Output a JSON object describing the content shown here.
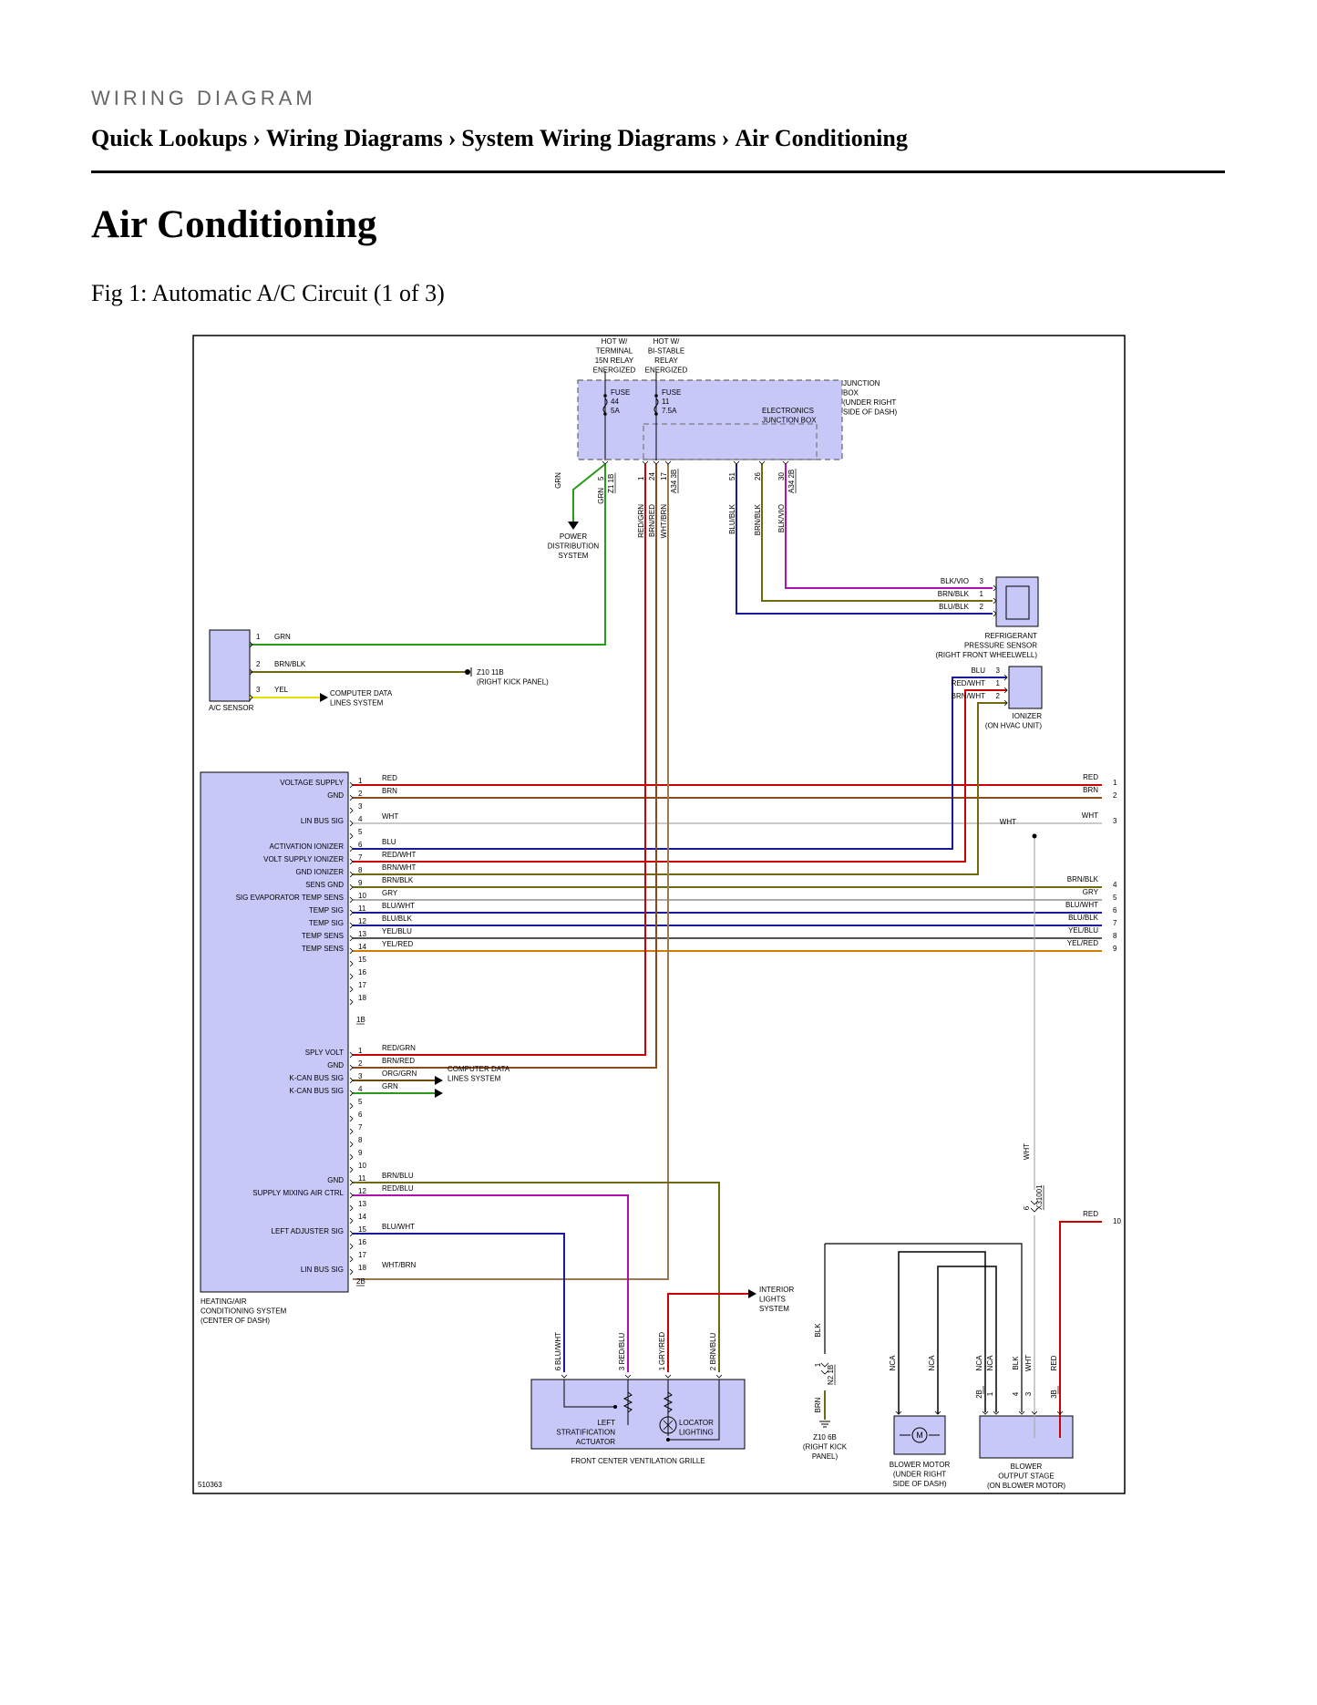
{
  "header": {
    "kicker": "WIRING DIAGRAM",
    "breadcrumb": [
      "Quick Lookups",
      "Wiring Diagrams",
      "System Wiring Diagrams",
      "Air Conditioning"
    ],
    "separator": "›"
  },
  "page_title": "Air Conditioning",
  "figure_caption": "Fig 1: Automatic A/C Circuit (1 of 3)",
  "diagram": {
    "id": "510363",
    "hot1": [
      "HOT W/",
      "TERMINAL",
      "15N RELAY",
      "ENERGIZED"
    ],
    "hot2": [
      "HOT W/",
      "BI-STABLE",
      "RELAY",
      "ENERGIZED"
    ],
    "fuse1": [
      "FUSE",
      "44",
      "5A"
    ],
    "fuse2": [
      "FUSE",
      "11",
      "7.5A"
    ],
    "ejb": [
      "ELECTRONICS",
      "JUNCTION BOX"
    ],
    "jbox": [
      "JUNCTION",
      "BOX",
      "(UNDER RIGHT",
      "SIDE OF DASH)"
    ],
    "jb_pins": [
      {
        "pin": "5",
        "conn": "Z1 1B",
        "color": "GRN"
      },
      {
        "pin": "1",
        "conn": "",
        "color": "RED/GRN"
      },
      {
        "pin": "24",
        "conn": "",
        "color": "BRN/RED"
      },
      {
        "pin": "17",
        "conn": "A34 3B",
        "color": "WHT/BRN"
      },
      {
        "pin": "51",
        "conn": "",
        "color": "BLU/BLK"
      },
      {
        "pin": "26",
        "conn": "",
        "color": "BRN/BLK"
      },
      {
        "pin": "30",
        "conn": "A34 2B",
        "color": "BLK/VIO"
      }
    ],
    "grn_left": "GRN",
    "pds": [
      "POWER",
      "DISTRIBUTION",
      "SYSTEM"
    ],
    "refrig": {
      "wires": [
        {
          "pin": "3",
          "color": "BLK/VIO"
        },
        {
          "pin": "1",
          "color": "BRN/BLK"
        },
        {
          "pin": "2",
          "color": "BLU/BLK"
        }
      ],
      "label": [
        "REFRIGERANT",
        "PRESSURE SENSOR",
        "(RIGHT FRONT WHEELWELL)"
      ]
    },
    "ac_sensor": {
      "wires": [
        {
          "pin": "1",
          "color": "GRN"
        },
        {
          "pin": "2",
          "color": "BRN/BLK"
        },
        {
          "pin": "3",
          "color": "YEL"
        }
      ],
      "label": "A/C SENSOR",
      "z10": [
        "Z10 11B",
        "(RIGHT KICK PANEL)"
      ],
      "cdls": [
        "COMPUTER DATA",
        "LINES SYSTEM"
      ]
    },
    "ionizer": {
      "wires": [
        {
          "pin": "3",
          "color": "BLU"
        },
        {
          "pin": "1",
          "color": "RED/WHT"
        },
        {
          "pin": "2",
          "color": "BRN/WHT"
        }
      ],
      "label": [
        "IONIZER",
        "(ON HVAC UNIT)"
      ]
    },
    "hvac_label": [
      "HEATING/AIR",
      "CONDITIONING SYSTEM",
      "(CENTER OF DASH)"
    ],
    "conn1": {
      "name": "1B",
      "pins": [
        {
          "pin": "1",
          "sig": "VOLTAGE SUPPLY",
          "color": "RED",
          "right": "1"
        },
        {
          "pin": "2",
          "sig": "GND",
          "color": "BRN",
          "right": "2"
        },
        {
          "pin": "3",
          "sig": "",
          "color": "",
          "right": ""
        },
        {
          "pin": "4",
          "sig": "LIN BUS SIG",
          "color": "WHT",
          "right": "3"
        },
        {
          "pin": "5",
          "sig": "",
          "color": "",
          "right": ""
        },
        {
          "pin": "6",
          "sig": "ACTIVATION IONIZER",
          "color": "BLU",
          "right": ""
        },
        {
          "pin": "7",
          "sig": "VOLT SUPPLY IONIZER",
          "color": "RED/WHT",
          "right": ""
        },
        {
          "pin": "8",
          "sig": "GND IONIZER",
          "color": "BRN/WHT",
          "right": ""
        },
        {
          "pin": "9",
          "sig": "SENS GND",
          "color": "BRN/BLK",
          "right": "4"
        },
        {
          "pin": "10",
          "sig": "SIG EVAPORATOR TEMP SENS",
          "color": "GRY",
          "right": "5"
        },
        {
          "pin": "11",
          "sig": "TEMP SIG",
          "color": "BLU/WHT",
          "right": "6"
        },
        {
          "pin": "12",
          "sig": "TEMP SIG",
          "color": "BLU/BLK",
          "right": "7"
        },
        {
          "pin": "13",
          "sig": "TEMP SENS",
          "color": "YEL/BLU",
          "right": "8"
        },
        {
          "pin": "14",
          "sig": "TEMP SENS",
          "color": "YEL/RED",
          "right": "9"
        },
        {
          "pin": "15",
          "sig": "",
          "color": "",
          "right": ""
        },
        {
          "pin": "16",
          "sig": "",
          "color": "",
          "right": ""
        },
        {
          "pin": "17",
          "sig": "",
          "color": "",
          "right": ""
        },
        {
          "pin": "18",
          "sig": "",
          "color": "",
          "right": ""
        }
      ]
    },
    "wht_mid": "WHT",
    "conn2": {
      "name": "2B",
      "pins": [
        {
          "pin": "1",
          "sig": "SPLY VOLT",
          "color": "RED/GRN"
        },
        {
          "pin": "2",
          "sig": "GND",
          "color": "BRN/RED"
        },
        {
          "pin": "3",
          "sig": "K-CAN BUS SIG",
          "color": "ORG/GRN"
        },
        {
          "pin": "4",
          "sig": "K-CAN BUS SIG",
          "color": "GRN"
        },
        {
          "pin": "5",
          "sig": "",
          "color": ""
        },
        {
          "pin": "6",
          "sig": "",
          "color": ""
        },
        {
          "pin": "7",
          "sig": "",
          "color": ""
        },
        {
          "pin": "8",
          "sig": "",
          "color": ""
        },
        {
          "pin": "9",
          "sig": "",
          "color": ""
        },
        {
          "pin": "10",
          "sig": "",
          "color": ""
        },
        {
          "pin": "11",
          "sig": "GND",
          "color": "BRN/BLU"
        },
        {
          "pin": "12",
          "sig": "SUPPLY MIXING AIR CTRL",
          "color": "RED/BLU"
        },
        {
          "pin": "13",
          "sig": "",
          "color": ""
        },
        {
          "pin": "14",
          "sig": "",
          "color": ""
        },
        {
          "pin": "15",
          "sig": "LEFT ADJUSTER SIG",
          "color": "BLU/WHT"
        },
        {
          "pin": "16",
          "sig": "",
          "color": ""
        },
        {
          "pin": "17",
          "sig": "",
          "color": ""
        },
        {
          "pin": "18",
          "sig": "LIN BUS SIG",
          "color": "WHT/BRN"
        }
      ]
    },
    "cdls2": [
      "COMPUTER DATA",
      "LINES SYSTEM"
    ],
    "wht_vert": "WHT",
    "x_conn": {
      "pin": "6",
      "name": "X31001"
    },
    "red10": {
      "color": "RED",
      "pin": "10"
    },
    "interior": [
      "INTERIOR",
      "LIGHTS",
      "SYSTEM"
    ],
    "fcvg": {
      "wires": [
        {
          "pin": "6",
          "color": "BLU/WHT"
        },
        {
          "pin": "3",
          "color": "RED/BLU"
        },
        {
          "pin": "1",
          "color": "GRY/RED"
        },
        {
          "pin": "2",
          "color": "BRN/BLU"
        }
      ],
      "actuator": [
        "LEFT",
        "STRATIFICATION",
        "ACTUATOR"
      ],
      "locator": [
        "LOCATOR",
        "LIGHTING"
      ],
      "label": "FRONT CENTER VENTILATION GRILLE"
    },
    "ground": {
      "top_color": "BLK",
      "pin": "1",
      "conn": "N2 1B",
      "bottom_color": "BRN",
      "label": [
        "Z10 6B",
        "(RIGHT KICK",
        "PANEL)"
      ]
    },
    "blower_motor": {
      "wires": [
        "NCA",
        "NCA"
      ],
      "symbol": "M",
      "label": [
        "BLOWER MOTOR",
        "(UNDER RIGHT",
        "SIDE OF DASH)"
      ]
    },
    "blower_stage": {
      "wires": [
        {
          "color": "NCA",
          "pin": "2B"
        },
        {
          "color": "NCA",
          "pin": "1"
        },
        {
          "color": "BLK",
          "pin": "4"
        },
        {
          "color": "WHT",
          "pin": "3"
        },
        {
          "color": "RED",
          "pin": "3B"
        }
      ],
      "label": [
        "BLOWER",
        "OUTPUT STAGE",
        "(ON BLOWER MOTOR)"
      ]
    },
    "colors": {
      "fill": "#c8c8f8",
      "red": "#cc0000",
      "brown": "#8b4a1a",
      "green": "#2a9a1a",
      "blue": "#1a1aa0",
      "violet": "#b010b0",
      "olive": "#6f6a12",
      "yellow": "#e6e000",
      "gray": "#aaaaaa"
    }
  }
}
